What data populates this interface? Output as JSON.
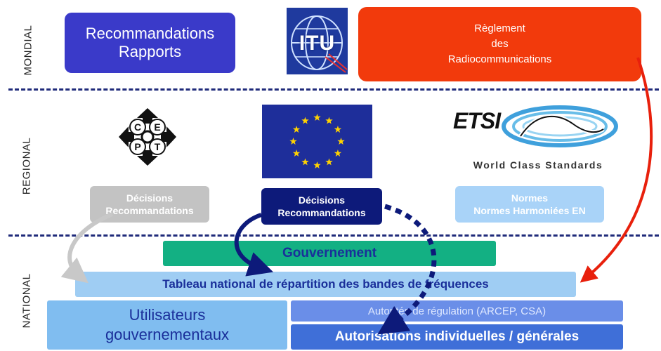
{
  "zones": {
    "mondial": "MONDIAL",
    "regional": "REGIONAL",
    "national": "NATIONAL"
  },
  "mondial": {
    "itu_box": {
      "line1": "Recommandations",
      "line2": "Rapports"
    },
    "itu_logo": "ITU",
    "reglement": {
      "line1": "Règlement",
      "line2": "des",
      "line3": "Radiocommunications"
    }
  },
  "regional": {
    "cept_logo": [
      "C",
      "E",
      "P",
      "T"
    ],
    "etsi_logo": {
      "name": "ETSI",
      "tagline": "World Class Standards"
    },
    "cept_box": {
      "line1": "Décisions",
      "line2": "Recommandations"
    },
    "eu_box": {
      "line1": "Décisions",
      "line2": "Recommandations"
    },
    "etsi_box": {
      "line1": "Normes",
      "line2": "Normes Harmoniées EN"
    }
  },
  "national": {
    "gouvernement": "Gouvernement",
    "tableau": "Tableau national de répartition des bandes de fréquences",
    "utilisateurs": {
      "line1": "Utilisateurs",
      "line2": "gouvernementaux"
    },
    "autorites": "Autorités de régulation (ARCEP, CSA)",
    "autorisations": "Autorisations individuelles / générales"
  },
  "colors": {
    "itu_box": "#3a3ac9",
    "reglement": "#f23a0c",
    "eu_flag": "#1e2e9a",
    "eu_box": "#0d1a7a",
    "gouvernement": "#13b083",
    "tableau": "#9fcdf3",
    "utilisateurs": "#80bdf0",
    "autorites": "#6a8ee8",
    "autorisations": "#3f6fd8",
    "dash": "#1f2a7a"
  }
}
